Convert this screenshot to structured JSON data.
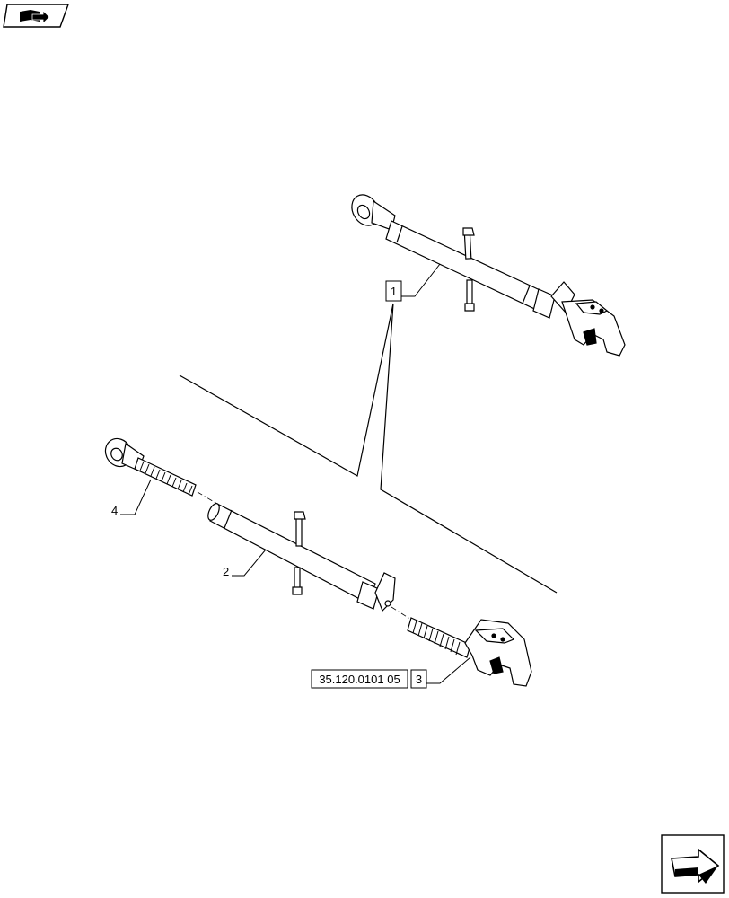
{
  "labels": {
    "callout_1": "1",
    "callout_2": "2",
    "callout_3": "3",
    "callout_4": "4",
    "reference": "35.120.0101 05"
  },
  "icons": {
    "top_left": "book-arrow-icon",
    "bottom_right": "next-page-arrow-icon"
  }
}
